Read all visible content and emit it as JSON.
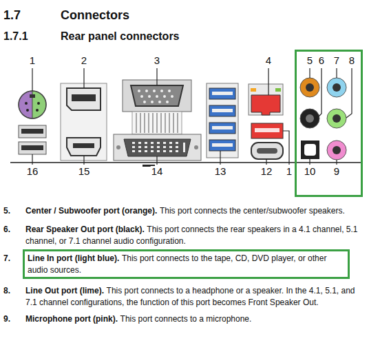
{
  "diagram": {
    "nodes": [
      {
        "text": [
          "7.",
          "Line In port (light blue).",
          "This port connects to the tape, CD, DVD player, or other audio sources."
        ]
      },
      {
        "text": [
          "5",
          "6",
          "7",
          "8",
          "10",
          "9"
        ]
      }
    ],
    "labels": [
      "1.7",
      "Connectors",
      "1.7.1",
      "Rear panel connectors",
      "1",
      "2",
      "3",
      "4",
      "16",
      "15",
      "14",
      "13",
      "12",
      "1",
      "5.",
      "Center / Subwoofer port (orange).",
      "This port connects the center/subwoofer speakers.",
      "6.",
      "Rear Speaker Out port (black).",
      "This port connects the rear speakers in a 4.1 channel, 5.1 channel, or 7.1 channel audio configuration.",
      "8.",
      "Line Out port (lime).",
      "This port connects to a headphone or a speaker. In the 4.1, 5.1, and 7.1 channel configurations, the function of this port becomes Front Speaker Out.",
      "9.",
      "Microphone port (pink).",
      "This port connects to a microphone."
    ]
  }
}
